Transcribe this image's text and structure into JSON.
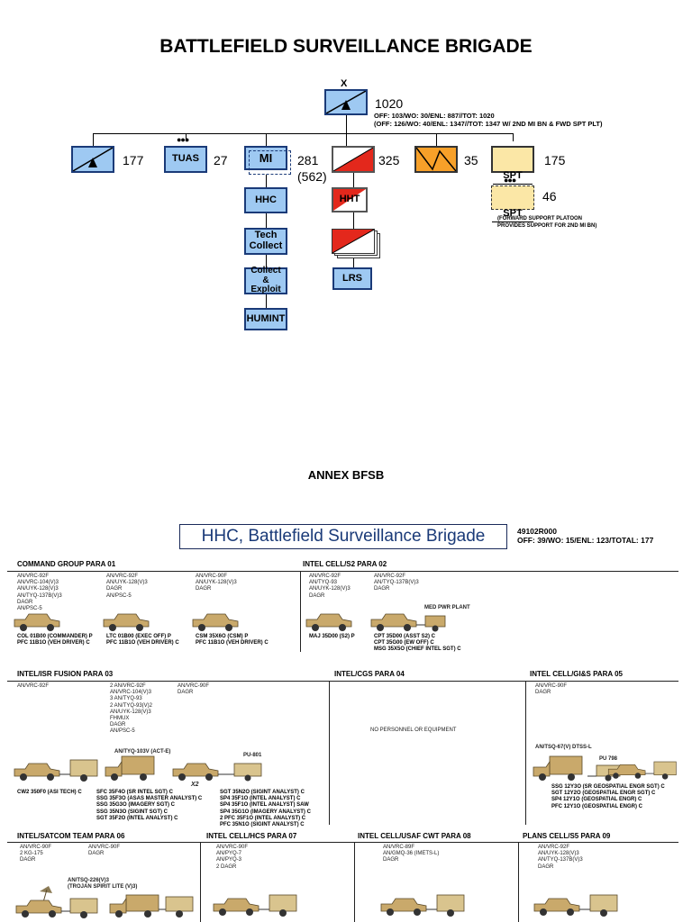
{
  "title": "BATTLEFIELD SURVEILLANCE BRIGADE",
  "hq": {
    "echelon": "X",
    "number": "1020",
    "note1": "OFF: 103/WO: 30/ENL: 887//TOT: 1020",
    "note2": "(OFF: 126/WO: 40/ENL: 1347//TOT: 1347 W/ 2ND MI BN & FWD SPT PLT)"
  },
  "units": {
    "recon_num": "177",
    "tuas_label": "TUAS",
    "tuas_num": "27",
    "mi_label": "MI",
    "mi_num": "281",
    "mi_num2": "(562)",
    "cav_num": "325",
    "signal_num": "35",
    "spt_label": "SPT",
    "spt_num": "175",
    "spt2_label": "SPT",
    "spt2_num": "46",
    "spt_note": "(FORWARD SUPPORT PLATOON\nPROVIDES SUPPORT FOR 2ND MI BN)",
    "hhc_label": "HHC",
    "tech_label": "Tech\nCollect",
    "collect_label": "Collect\n&\nExploit",
    "humint_label": "HUMINT",
    "hht_label": "HHT",
    "lrs_label": "LRS"
  },
  "annex": "ANNEX BFSB",
  "hhc": {
    "title": "HHC, Battlefield Surveillance Brigade",
    "code": "49102R000",
    "totals": "OFF: 39/WO: 15/ENL: 123/TOTAL: 177"
  },
  "sections": {
    "cmd": {
      "title": "COMMAND GROUP   PARA 01",
      "eq1": "AN/VRC-92F\nAN/VRC-104(V)3\nAN/UYK-128(V)3\nAN/TYQ-137B(V)3\nDAGR\nAN/PSC-5",
      "eq2": "AN/VRC-92F\nAN/UYK-128(V)3\nDAGR\nAN/PSC-5",
      "eq3": "AN/VRC-90F\nAN/UYK-128(V)3\nDAGR",
      "p1": "COL 01B00 (COMMANDER) P\nPFC 11B1O (VEH DRIVER) C",
      "p2": "LTC 01B00 (EXEC OFF) P\nPFC 11B1O (VEH DRIVER) C",
      "p3": "CSM 35X6O (CSM) P\nPFC 11B1O (VEH DRIVER) C"
    },
    "s2": {
      "title": "INTEL CELL/S2  PARA 02",
      "eq1": "AN/VRC-92F\nAN/TYQ-93\nAN/UYK-128(V)3\nDAGR",
      "eq2": "AN/VRC-92F\nAN/TYQ-137B(V)3\nDAGR",
      "plant": "MED PWR PLANT",
      "p1": "MAJ 35D00 (S2) P",
      "p2": "CPT 35D00 (ASST S2) C\nCPT 35G00 (EW OFF) C\nMSG 35X5O (CHIEF INTEL SGT) C"
    },
    "fusion": {
      "title": "INTEL/ISR FUSION  PARA 03",
      "eq1": "AN/VRC-92F",
      "eq2": "2 AN/VRC-92F\nAN/VRC-104(V)3\n3 AN/TYQ-93\n2 AN/TYQ-93(V)2\nAN/UYK-128(V)3\nFHMUX\nDAGR\nAN/PSC-5",
      "eq3": "AN/VRC-90F\nDAGR",
      "tyq": "AN/TYQ-103V (ACT-E)",
      "pu": "PU-801",
      "x2": "X2",
      "p1": "CW2 350F0 (ASI TECH) C",
      "p2": "SFC 35F4O (SR INTEL SGT) C\nSSG 35F3O (ASAS MASTER ANALYST) C\nSSG 35G3O (IMAGERY SGT) C\nSSG 35N3O (SIGINT SGT) C\nSGT 35F2O (INTEL ANALYST) C",
      "p3": "SGT 35N2O (SIGINT ANALYST) C\nSP4 35F1O (INTEL ANALYST) C\nSP4 35F1O (INTEL ANALYST) SAW\nSP4 35G1O (IMAGERY ANALYST) C\n2 PFC 35F1O (INTEL ANALYST) C\nPFC 35N1O (SIGINT ANALYST) C"
    },
    "cgs": {
      "title": "INTEL/CGS  PARA 04",
      "note": "NO PERSONNEL OR EQUIPMENT"
    },
    "gis": {
      "title": "INTEL CELL/GI&S  PARA 05",
      "eq1": "AN/VRC-90F\nDAGR",
      "tsq": "AN/TSQ-67(V) DTSS-L",
      "pu": "PU 798",
      "p1": "SSG 12Y3O (SR GEOSPATIAL ENGR SGT) C\nSGT 12Y2O (GEOSPATIAL ENGR SGT) C\nSP4 12Y1O (GEOSPATIAL ENGR) C\nPFC 12Y1O (GEOSPATIAL ENGR) C"
    },
    "satcom": {
      "title": "INTEL/SATCOM TEAM  PARA 06",
      "eq1": "AN/VRC-90F\n2 KG-175\nDAGR",
      "eq2": "AN/VRC-90F\nDAGR",
      "tsq": "AN/TSQ-226(V)3\n(TROJAN SPIRIT LITE (V)3)"
    },
    "hcs": {
      "title": "INTEL CELL/HCS   PARA 07",
      "eq1": "AN/VRC-90F\nAN/PYQ-7\nAN/PYQ-3\n2 DAGR"
    },
    "cwt": {
      "title": "INTEL CELL/USAF CWT  PARA 08",
      "eq1": "AN/VRC-89F\nAN/GMQ-36 (IMETS-L)\nDAGR"
    },
    "s5": {
      "title": "PLANS CELL/S5  PARA 09",
      "eq1": "AN/VRC-92F\nAN/UYK-128(V)3\nAN/TYQ-137B(V)3\nDAGR"
    }
  }
}
